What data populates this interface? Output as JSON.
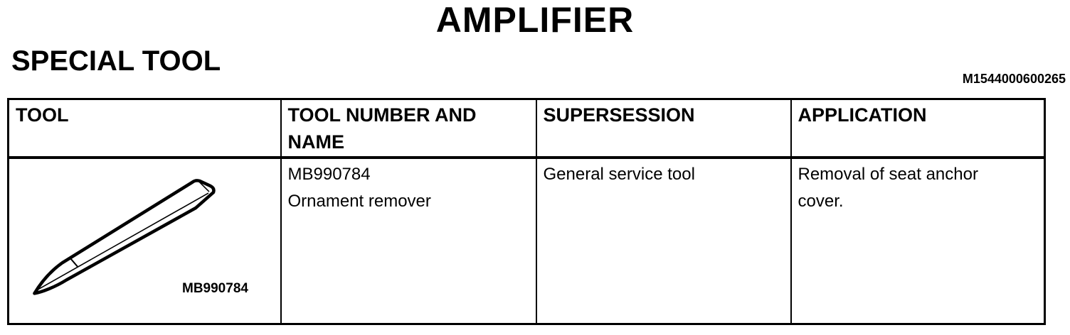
{
  "page": {
    "title": "AMPLIFIER",
    "section_heading": "SPECIAL TOOL",
    "doc_number": "M1544000600265",
    "background_color": "#ffffff",
    "text_color": "#000000",
    "border_color": "#000000"
  },
  "table": {
    "headers": [
      "TOOL",
      "TOOL NUMBER AND NAME",
      "SUPERSESSION",
      "APPLICATION"
    ],
    "rows": [
      {
        "tool_illustration": "ornament-remover-line-drawing",
        "tool_image_label": "MB990784",
        "tool_number": "MB990784",
        "tool_name": "Ornament remover",
        "supersession": "General service tool",
        "application": "Removal of seat anchor cover."
      }
    ]
  }
}
